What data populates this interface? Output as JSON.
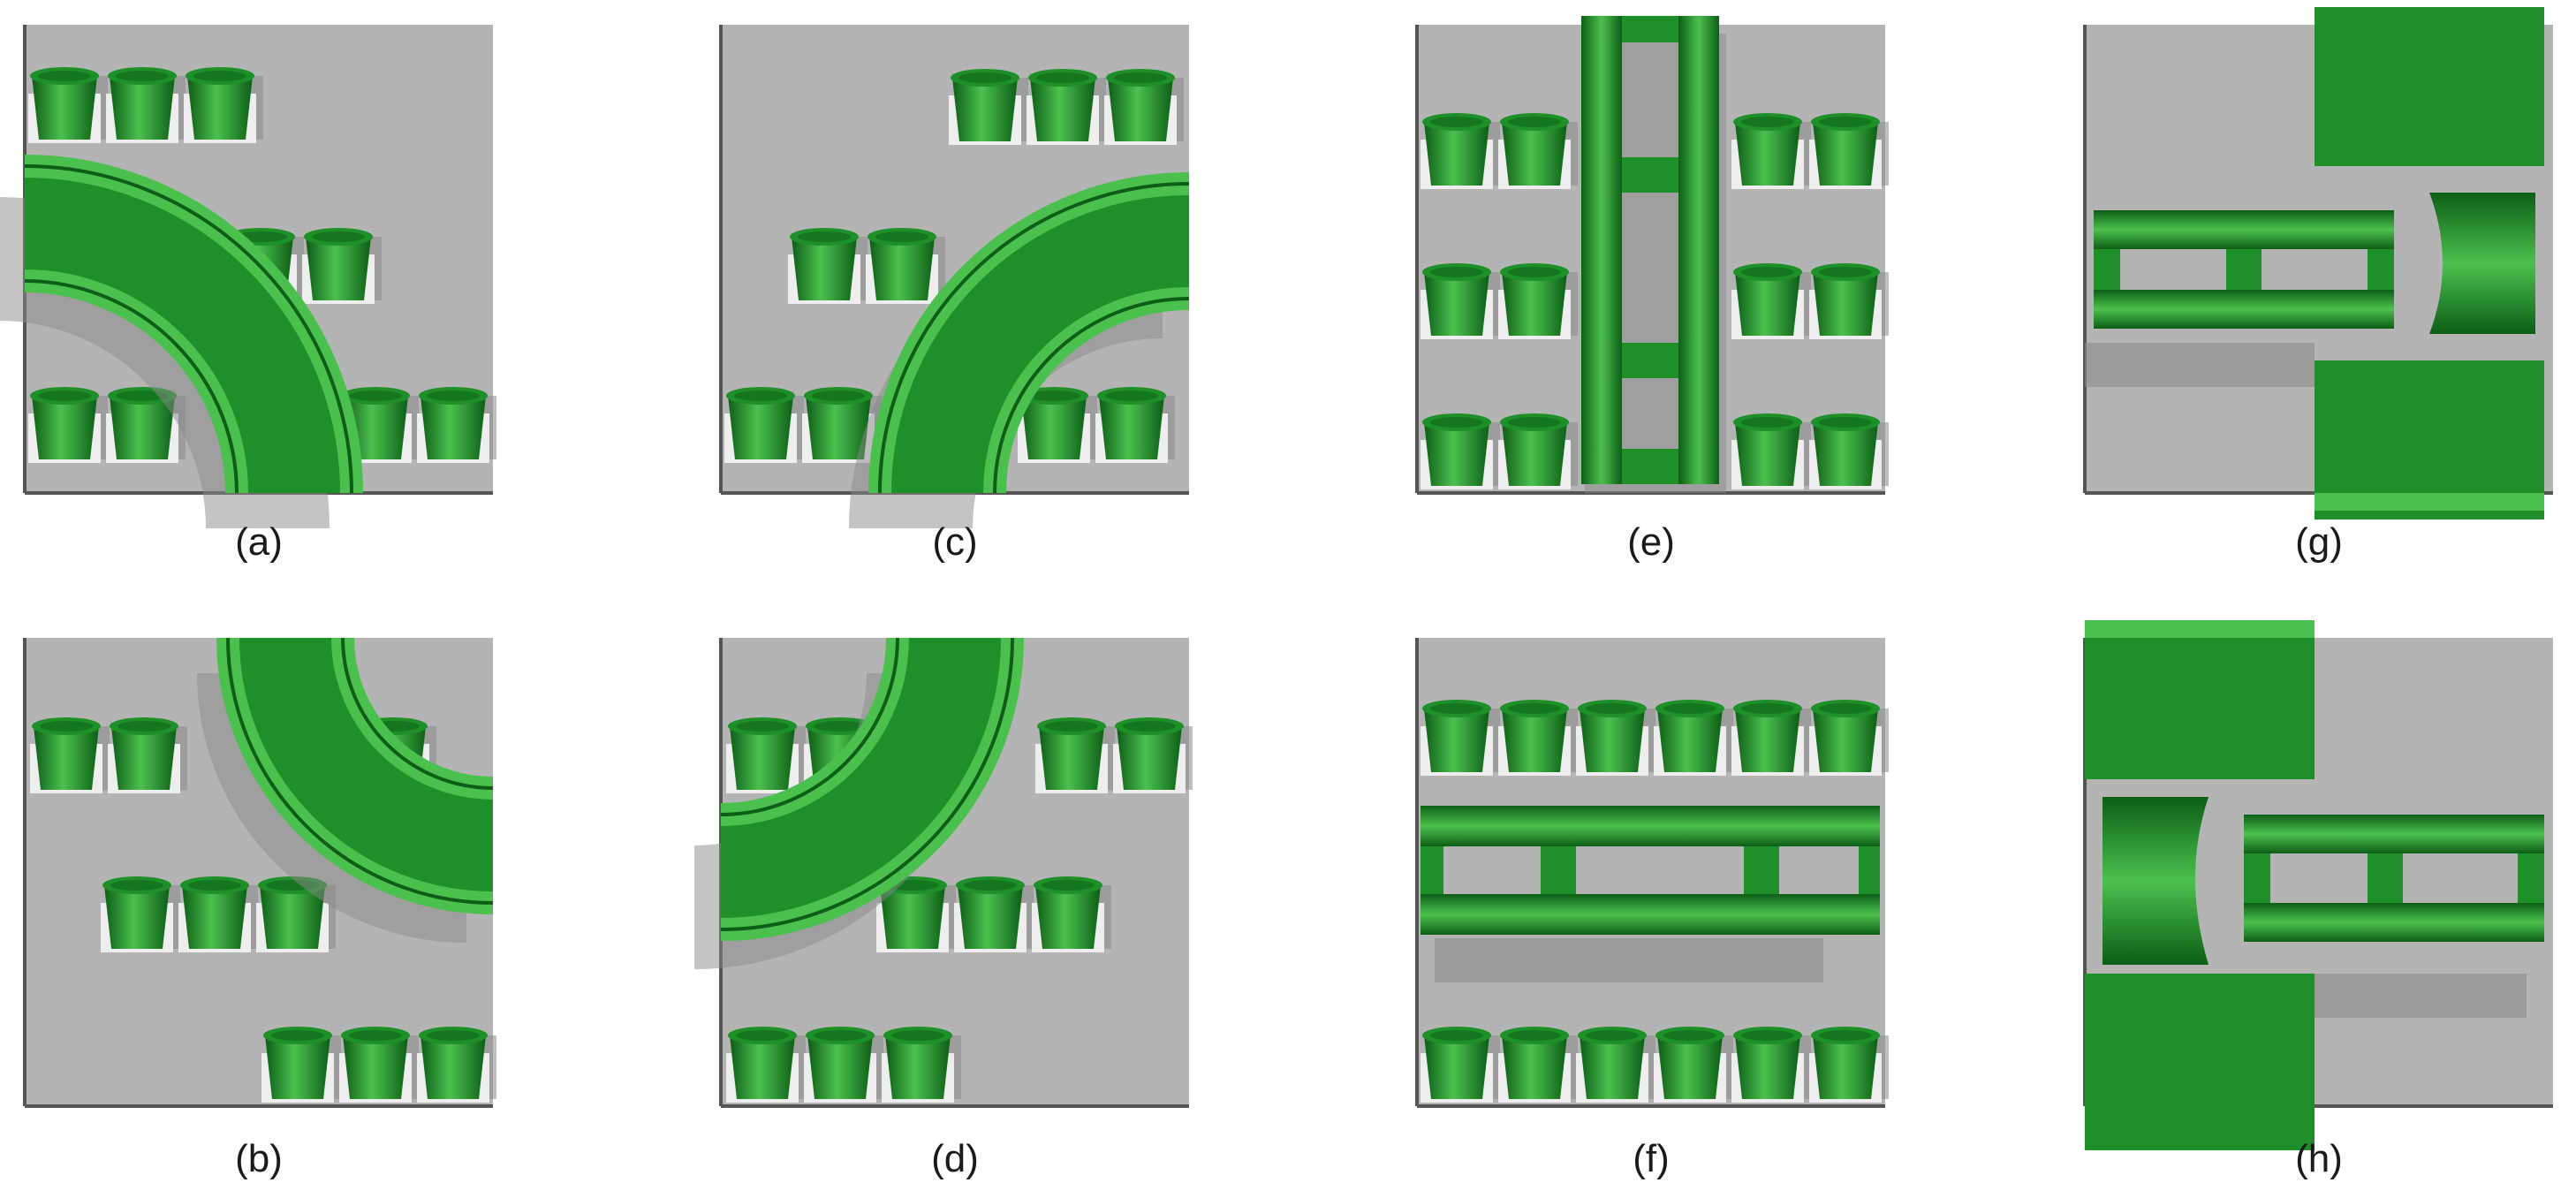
{
  "figure": {
    "panels": [
      {
        "id": "a",
        "caption": "(a)",
        "layout": "curve-from-left-bottom"
      },
      {
        "id": "b",
        "caption": "(b)",
        "layout": "curve-from-top-right"
      },
      {
        "id": "c",
        "caption": "(c)",
        "layout": "curve-from-right-bottom"
      },
      {
        "id": "d",
        "caption": "(d)",
        "layout": "curve-from-top-left"
      },
      {
        "id": "e",
        "caption": "(e)",
        "layout": "vertical-bridge"
      },
      {
        "id": "f",
        "caption": "(f)",
        "layout": "horizontal-bridge"
      },
      {
        "id": "g",
        "caption": "(g)",
        "layout": "horizontal-bridge-with-blocks-right"
      },
      {
        "id": "h",
        "caption": "(h)",
        "layout": "horizontal-bridge-with-blocks-left"
      }
    ],
    "colors": {
      "background": "#ffffff",
      "floor": "#b4b4b4",
      "shadow": "#8a8a8a",
      "green": "#1f8f2a",
      "green_light": "#4cc04f",
      "green_dark": "#0d5e16",
      "caption": "#1a1a1a"
    }
  }
}
